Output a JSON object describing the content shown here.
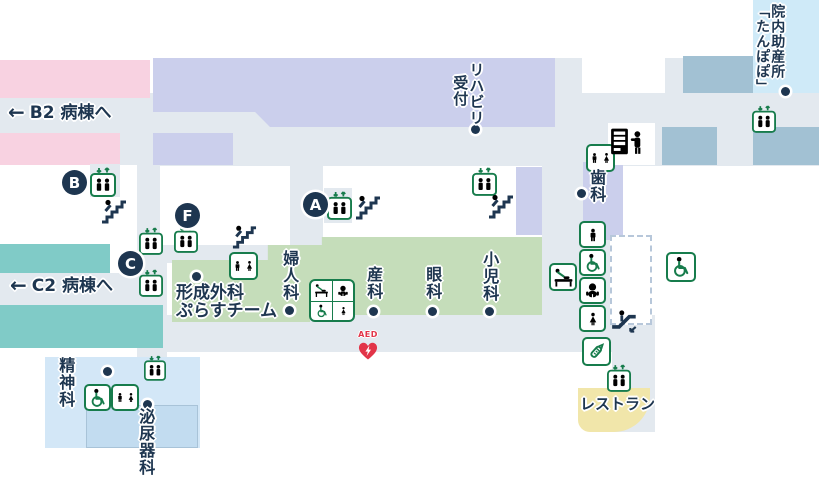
{
  "labels": {
    "arrow_left": "←",
    "b2_link": "B2 病棟へ",
    "c2_link": "C2 病棟へ",
    "rehab_col1": "リハビリ",
    "rehab_col2": "受付",
    "midwifery_col1": "院内助産所",
    "midwifery_col2": "「たんぽぽ」",
    "dental": "歯科",
    "gynecology": "婦人科",
    "obstetrics": "産科",
    "ophthalmology": "眼科",
    "pediatrics": "小児科",
    "plastic_line1": "形成外科",
    "plastic_line2": "ぷらすチーム",
    "psychiatry": "精神科",
    "urology": "泌尿器科",
    "restaurant": "レストラン",
    "aed": "AED"
  },
  "badges": {
    "a": "A",
    "b": "B",
    "c": "C",
    "f": "F"
  },
  "icons": [
    "elevator-icon",
    "stairs-icon",
    "toilet-men-women-icon",
    "toilet-men-icon",
    "toilet-women-icon",
    "wheelchair-icon",
    "baby-room-icon",
    "baby-changing-icon",
    "nursing-room-icon",
    "escalator-down-icon",
    "vending-machine-icon",
    "aed-icon",
    "location-dot"
  ],
  "colors": {
    "corridor": "#e3e9ef",
    "room_white": "#ffffff",
    "ward_pink": "#f8d2e1",
    "rehab_lavender": "#cbcfec",
    "ward_teal": "#80cbc7",
    "clinic_green": "#c5ddba",
    "midwifery_blue": "#cfeaf8",
    "block_bluegray": "#a2c1d3",
    "psychiatry_blue": "#d3e7f7",
    "urology_blue": "#c2dcf0",
    "restaurant_yellow": "#f1e6aa",
    "icon_green": "#177c4c",
    "navy": "#1e3650",
    "aed_red": "#e23448",
    "male_blue": "#64a0d8",
    "female_pink": "#f2a0a6"
  }
}
